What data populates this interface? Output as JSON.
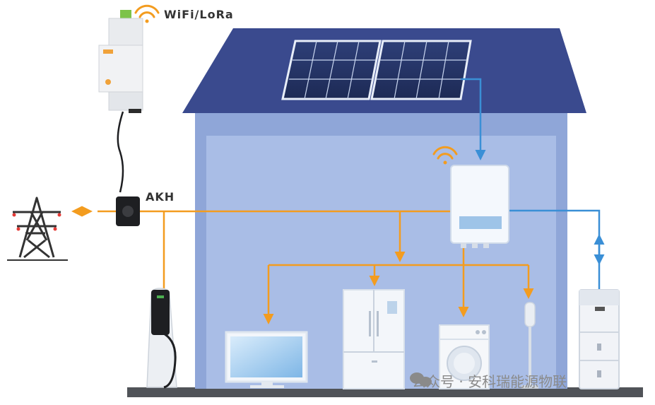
{
  "labels": {
    "comm": "WiFi/LoRa",
    "meter": "AKH"
  },
  "watermark": {
    "text": "公众号 · 安科瑞能源物联",
    "icon": "wechat-icon"
  },
  "icons": [
    "wifi-icon",
    "transmission-tower-icon",
    "solar-panel-icon",
    "inverter-icon",
    "ev-charger-icon",
    "tv-icon",
    "refrigerator-icon",
    "washing-machine-icon",
    "fan-icon",
    "battery-storage-icon",
    "current-transformer-icon",
    "energy-meter-icon"
  ],
  "colors": {
    "roof": "#3a4a8e",
    "wall_outer": "#8fa6d8",
    "wall_inner": "#a9bde6",
    "ac_line": "#f39c1f",
    "dc_line": "#3a8fd6"
  }
}
